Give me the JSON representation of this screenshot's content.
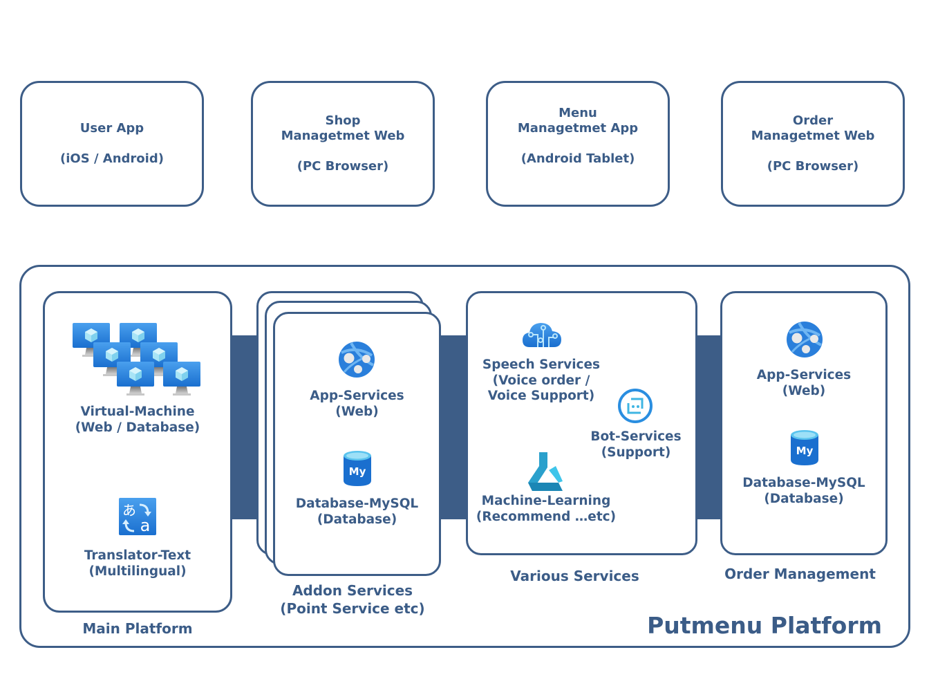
{
  "clients": [
    {
      "title_lines": [
        "User App"
      ],
      "subtitle": "(iOS / Android)"
    },
    {
      "title_lines": [
        "Shop",
        "Managetmet Web"
      ],
      "subtitle": "(PC Browser)"
    },
    {
      "title_lines": [
        "Menu",
        "Managetmet App"
      ],
      "subtitle": "(Android Tablet)"
    },
    {
      "title_lines": [
        "Order",
        "Managetmet Web"
      ],
      "subtitle": "(PC Browser)"
    }
  ],
  "platform": {
    "title": "Putmenu Platform",
    "groups": {
      "main": {
        "label": "Main Platform",
        "services": [
          {
            "icon": "virtual-machine-icon",
            "name": "Virtual-Machine",
            "detail": "(Web / Database)"
          },
          {
            "icon": "translator-text-icon",
            "name": "Translator-Text",
            "detail": "(Multilingual)"
          }
        ]
      },
      "addon": {
        "label_lines": [
          "Addon Services",
          "(Point Service etc)"
        ],
        "services": [
          {
            "icon": "app-services-icon",
            "name": "App-Services",
            "detail": "(Web)"
          },
          {
            "icon": "mysql-database-icon",
            "name": "Database-MySQL",
            "detail": "(Database)"
          }
        ]
      },
      "various": {
        "label": "Various Services",
        "services": [
          {
            "icon": "speech-services-icon",
            "name": "Speech Services",
            "detail_lines": [
              "(Voice order /",
              "Voice Support)"
            ]
          },
          {
            "icon": "bot-services-icon",
            "name": "Bot-Services",
            "detail": "(Support)"
          },
          {
            "icon": "machine-learning-icon",
            "name": "Machine-Learning",
            "detail": "(Recommend …etc)"
          }
        ]
      },
      "order": {
        "label": "Order Management",
        "services": [
          {
            "icon": "app-services-icon",
            "name": "App-Services",
            "detail": "(Web)"
          },
          {
            "icon": "mysql-database-icon",
            "name": "Database-MySQL",
            "detail": "(Database)"
          }
        ]
      }
    }
  },
  "colors": {
    "primary": "#3d5d87",
    "text": "#3b5c87",
    "azure_blue": "#1f7ad6",
    "azure_light": "#50b8e6"
  }
}
